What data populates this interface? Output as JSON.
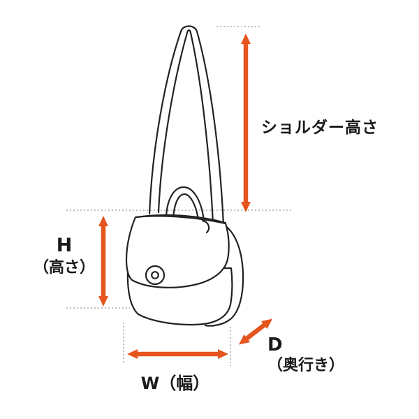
{
  "diagram": {
    "subject": "shoulder-bag dimension guide",
    "labels": {
      "shoulder_height": "ショルダー高さ",
      "height_symbol": "H",
      "height_name": "（高さ）",
      "width": "W（幅）",
      "depth_symbol": "D",
      "depth_name": "（奥行き）"
    },
    "colors": {
      "arrow": "#e6551e",
      "outline": "#222222",
      "guide_dots": "#999999",
      "background": "#ffffff"
    },
    "measurements": [
      {
        "id": "shoulder-height",
        "label": "ショルダー高さ",
        "direction": "vertical"
      },
      {
        "id": "height",
        "label": "H（高さ）",
        "direction": "vertical"
      },
      {
        "id": "width",
        "label": "W（幅）",
        "direction": "horizontal"
      },
      {
        "id": "depth",
        "label": "D（奥行き）",
        "direction": "diagonal"
      }
    ]
  }
}
